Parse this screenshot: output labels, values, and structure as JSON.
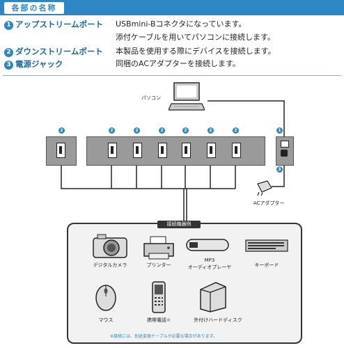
{
  "header": {
    "title": "各部の名称"
  },
  "parts": [
    {
      "num": "1",
      "name": "アップストリームポート",
      "desc": "USBmini-Bコネクタになっています。"
    },
    {
      "num": "",
      "name": "",
      "desc": "添付ケーブルを用いてパソコンに接続します。"
    },
    {
      "num": "2",
      "name": "ダウンストリームポート",
      "desc": "本製品を使用する際にデバイスを接続します。"
    },
    {
      "num": "3",
      "name": "電源ジャック",
      "desc": "同梱のACアダプターを接続します。"
    }
  ],
  "diagram": {
    "pc_label": "パソコン",
    "adapter_label": "ACアダプター",
    "port_badges": [
      "2",
      "2",
      "2",
      "2",
      "2",
      "2",
      "2"
    ],
    "up_badge": "1",
    "power_badge": "3"
  },
  "devices_box": {
    "title": "接続機器例",
    "devices": [
      {
        "label": "デジタルカメラ",
        "icon": "camera-icon"
      },
      {
        "label": "プリンター",
        "icon": "printer-icon"
      },
      {
        "label": "MP3",
        "label2": "オーディオプレーヤ",
        "icon": "mp3-player-icon"
      },
      {
        "label": "キーボード",
        "icon": "keyboard-icon"
      },
      {
        "label": "マウス",
        "icon": "mouse-icon"
      },
      {
        "label": "携帯電話",
        "mark": "※",
        "icon": "mobile-phone-icon"
      },
      {
        "label": "外付けハードディスク",
        "icon": "hard-disk-icon"
      }
    ],
    "note": "※接続には、別途変換ケーブルが必要な場合があります。"
  },
  "colors": {
    "accent": "#2e86c4",
    "hub": "#9a9a9a"
  }
}
